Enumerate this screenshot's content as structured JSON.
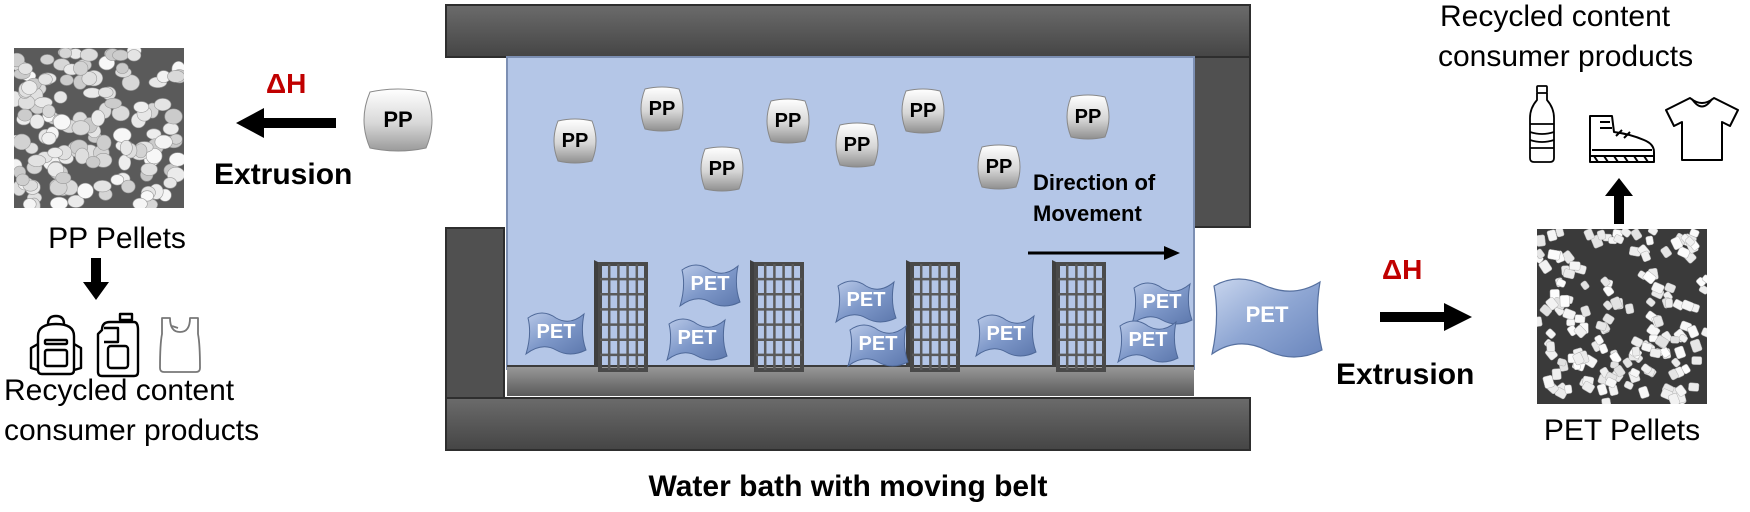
{
  "left": {
    "delta_h": "ΔH",
    "process": "Extrusion",
    "pellets_label": "PP Pellets",
    "products_line1": "Recycled content",
    "products_line2": "consumer products",
    "icons": [
      "backpack-icon",
      "detergent-jug-icon",
      "plastic-bag-icon"
    ]
  },
  "right": {
    "delta_h": "ΔH",
    "process": "Extrusion",
    "pellets_label": "PET Pellets",
    "products_line1": "Recycled content",
    "products_line2": "consumer products",
    "icons": [
      "bottle-icon",
      "shoe-icon",
      "tshirt-icon"
    ]
  },
  "bath": {
    "caption": "Water bath with moving belt",
    "direction_line1": "Direction of",
    "direction_line2": "Movement",
    "floating_label": "PP",
    "sinking_label": "PET",
    "exiting_pp": "PP",
    "exiting_pet": "PET"
  },
  "colors": {
    "water": "#b4c6e7",
    "frame": "#595959",
    "delta_h": "#c00000"
  }
}
